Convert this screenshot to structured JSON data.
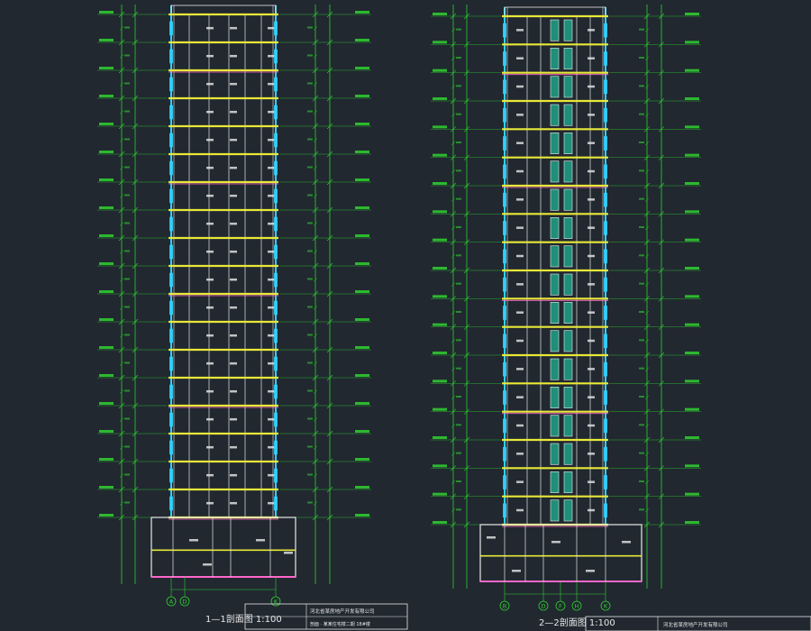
{
  "colors": {
    "background": "#212830",
    "dimension": "#2fd12f",
    "floor_slab": "#e8e838",
    "wall": "#2fd0ff",
    "section_outline": "#e8e8e8",
    "window_fill": "#1e8f7a",
    "accent_pink": "#ff66cc",
    "grid_bubble": "#2fd12f",
    "title_text": "#e8e8e8"
  },
  "drawing": {
    "section_1": {
      "title": "1—1剖面图 1:100",
      "floors": 18,
      "grid_axes": [
        "A",
        "D",
        "K"
      ]
    },
    "section_2": {
      "title": "2—2剖面图 1:100",
      "floors": 18,
      "grid_axes": [
        "B",
        "D",
        "F",
        "H",
        "K"
      ]
    },
    "title_block": {
      "project": "河北省某房地产开发有限公司",
      "drawing_name": "剖面 · 某某住宅楼二期 18#楼"
    }
  }
}
